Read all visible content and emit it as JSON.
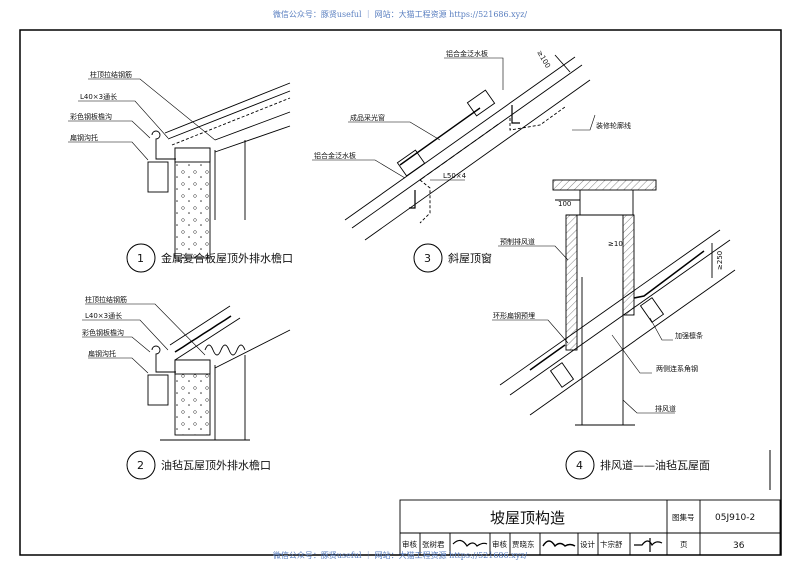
{
  "watermark": "微信公众号：豚贤useful ｜ 网站：大猫工程资源 https://521686.xyz/",
  "details": [
    {
      "number": "1",
      "caption": "金属复合板屋顶外排水檐口",
      "labels": [
        "柱顶拉结钢筋",
        "L40×3通长",
        "彩色钢板檐沟",
        "扁钢沟托"
      ]
    },
    {
      "number": "2",
      "caption": "油毡瓦屋顶外排水檐口",
      "labels": [
        "柱顶拉结钢筋",
        "L40×3通长",
        "彩色钢板檐沟",
        "扁钢沟托"
      ]
    },
    {
      "number": "3",
      "caption": "斜屋顶窗",
      "labels": [
        "铝合金泛水板",
        "成品采光窗",
        "铝合金泛水板",
        "L50×4",
        "装修轮廓线"
      ],
      "dimensions": [
        "≥100"
      ]
    },
    {
      "number": "4",
      "caption": "排风道——油毡瓦屋面",
      "labels": [
        "预制排风道",
        "环形扁钢预埋",
        "加强檩条",
        "两侧连系角钢",
        "排风道"
      ],
      "dimensions": [
        "100",
        "≥10",
        "≥250"
      ]
    }
  ],
  "title_block": {
    "title": "坡屋顶构造",
    "atlas_label": "图集号",
    "atlas_number": "05J910-2",
    "page_label": "页",
    "page_number": "36",
    "reviewer_label": "审核",
    "reviewer": "张树君",
    "checker_label": "审核",
    "checker": "贾晓东",
    "designer_label": "设计",
    "designer": "卞宗舒"
  }
}
